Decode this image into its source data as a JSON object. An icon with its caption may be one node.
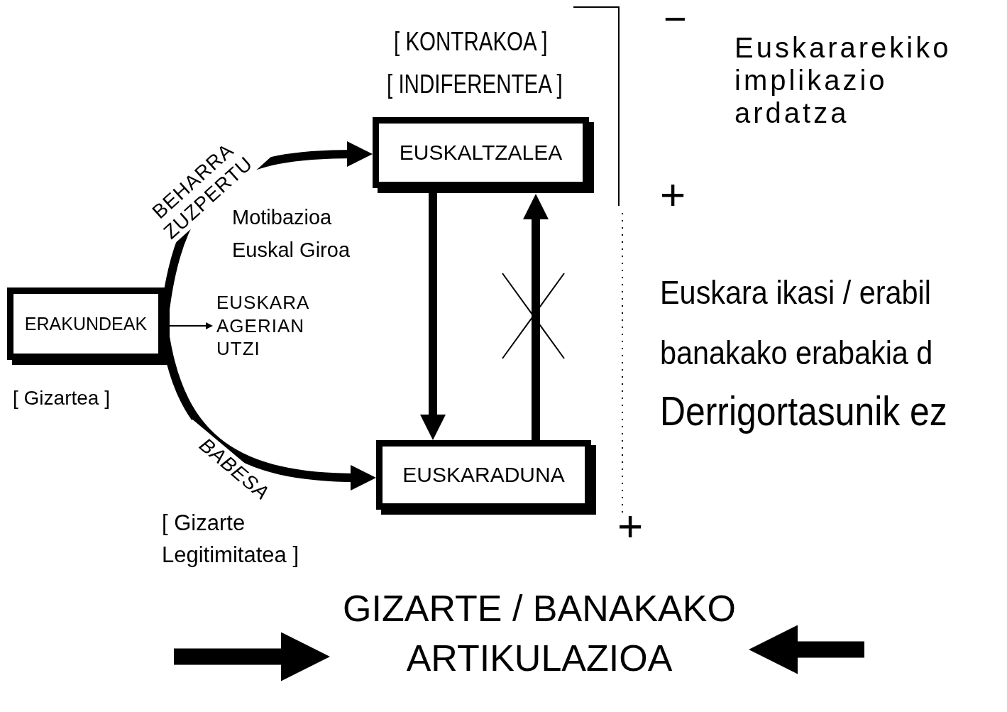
{
  "diagram": {
    "nodes": [
      {
        "text": [
          "EUSKALTZALEA"
        ],
        "beside": [
          "[ KONTRAKOA ]",
          "[ INDIFERENTEA ]"
        ]
      },
      {
        "text": [
          "EUSKARADUNA"
        ]
      },
      {
        "text": [
          "ERAKUNDEAK"
        ],
        "beside": [
          "[ Gizartea ]"
        ]
      },
      {
        "text": [
          "EUSKARA AGERIAN UTZI"
        ]
      },
      {
        "text": [
          "GIZARTE / BANAKAKO ARTIKULAZIOA"
        ]
      }
    ],
    "edges": [
      {
        "from": 2,
        "to": 0,
        "arrow": "to",
        "label": "BEHARRA ZUZPERTU"
      },
      {
        "from": 2,
        "to": 1,
        "arrow": "to",
        "label": "BABESA"
      },
      {
        "from": 2,
        "to": 3,
        "arrow": "to"
      },
      {
        "from": 0,
        "to": 1,
        "arrow": "to"
      },
      {
        "from": 1,
        "to": 0,
        "arrow": "to"
      },
      {
        "from": null,
        "to": 4,
        "arrow": "to",
        "style": "thick"
      },
      {
        "from": null,
        "to": 4,
        "arrow": "to",
        "style": "thick"
      }
    ],
    "labels": [
      "−",
      "Euskararekiko implikazio ardatza",
      "+",
      "Motibazioa Euskal Giroa",
      "Euskara ikasi / erabil banakako erabakia d",
      "Derrigortasunik ez",
      "[ Gizarte Legitimitatea ]",
      "+"
    ]
  }
}
